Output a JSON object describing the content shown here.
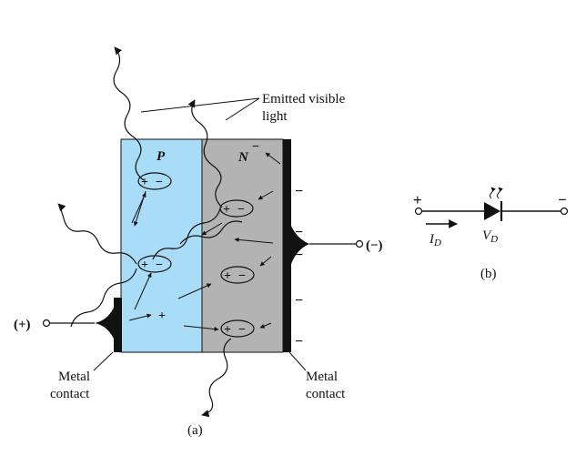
{
  "labels": {
    "emitted_line1": "Emitted visible",
    "emitted_line2": "light",
    "p_region": "P",
    "n_region": "N",
    "plus_terminal": "(+)",
    "minus_terminal": "(−)",
    "metal_contact_left_1": "Metal",
    "metal_contact_left_2": "contact",
    "metal_contact_right_1": "Metal",
    "metal_contact_right_2": "contact",
    "caption_a": "(a)",
    "caption_b": "(b)",
    "symbol_plus": "+",
    "symbol_minus": "−",
    "current_label": "I",
    "current_sub": "D",
    "voltage_label": "V",
    "voltage_sub": "D"
  },
  "colors": {
    "p_region": "#a9dcf7",
    "n_region": "#b3b3b3",
    "ink": "#111111",
    "background": "#ffffff"
  }
}
